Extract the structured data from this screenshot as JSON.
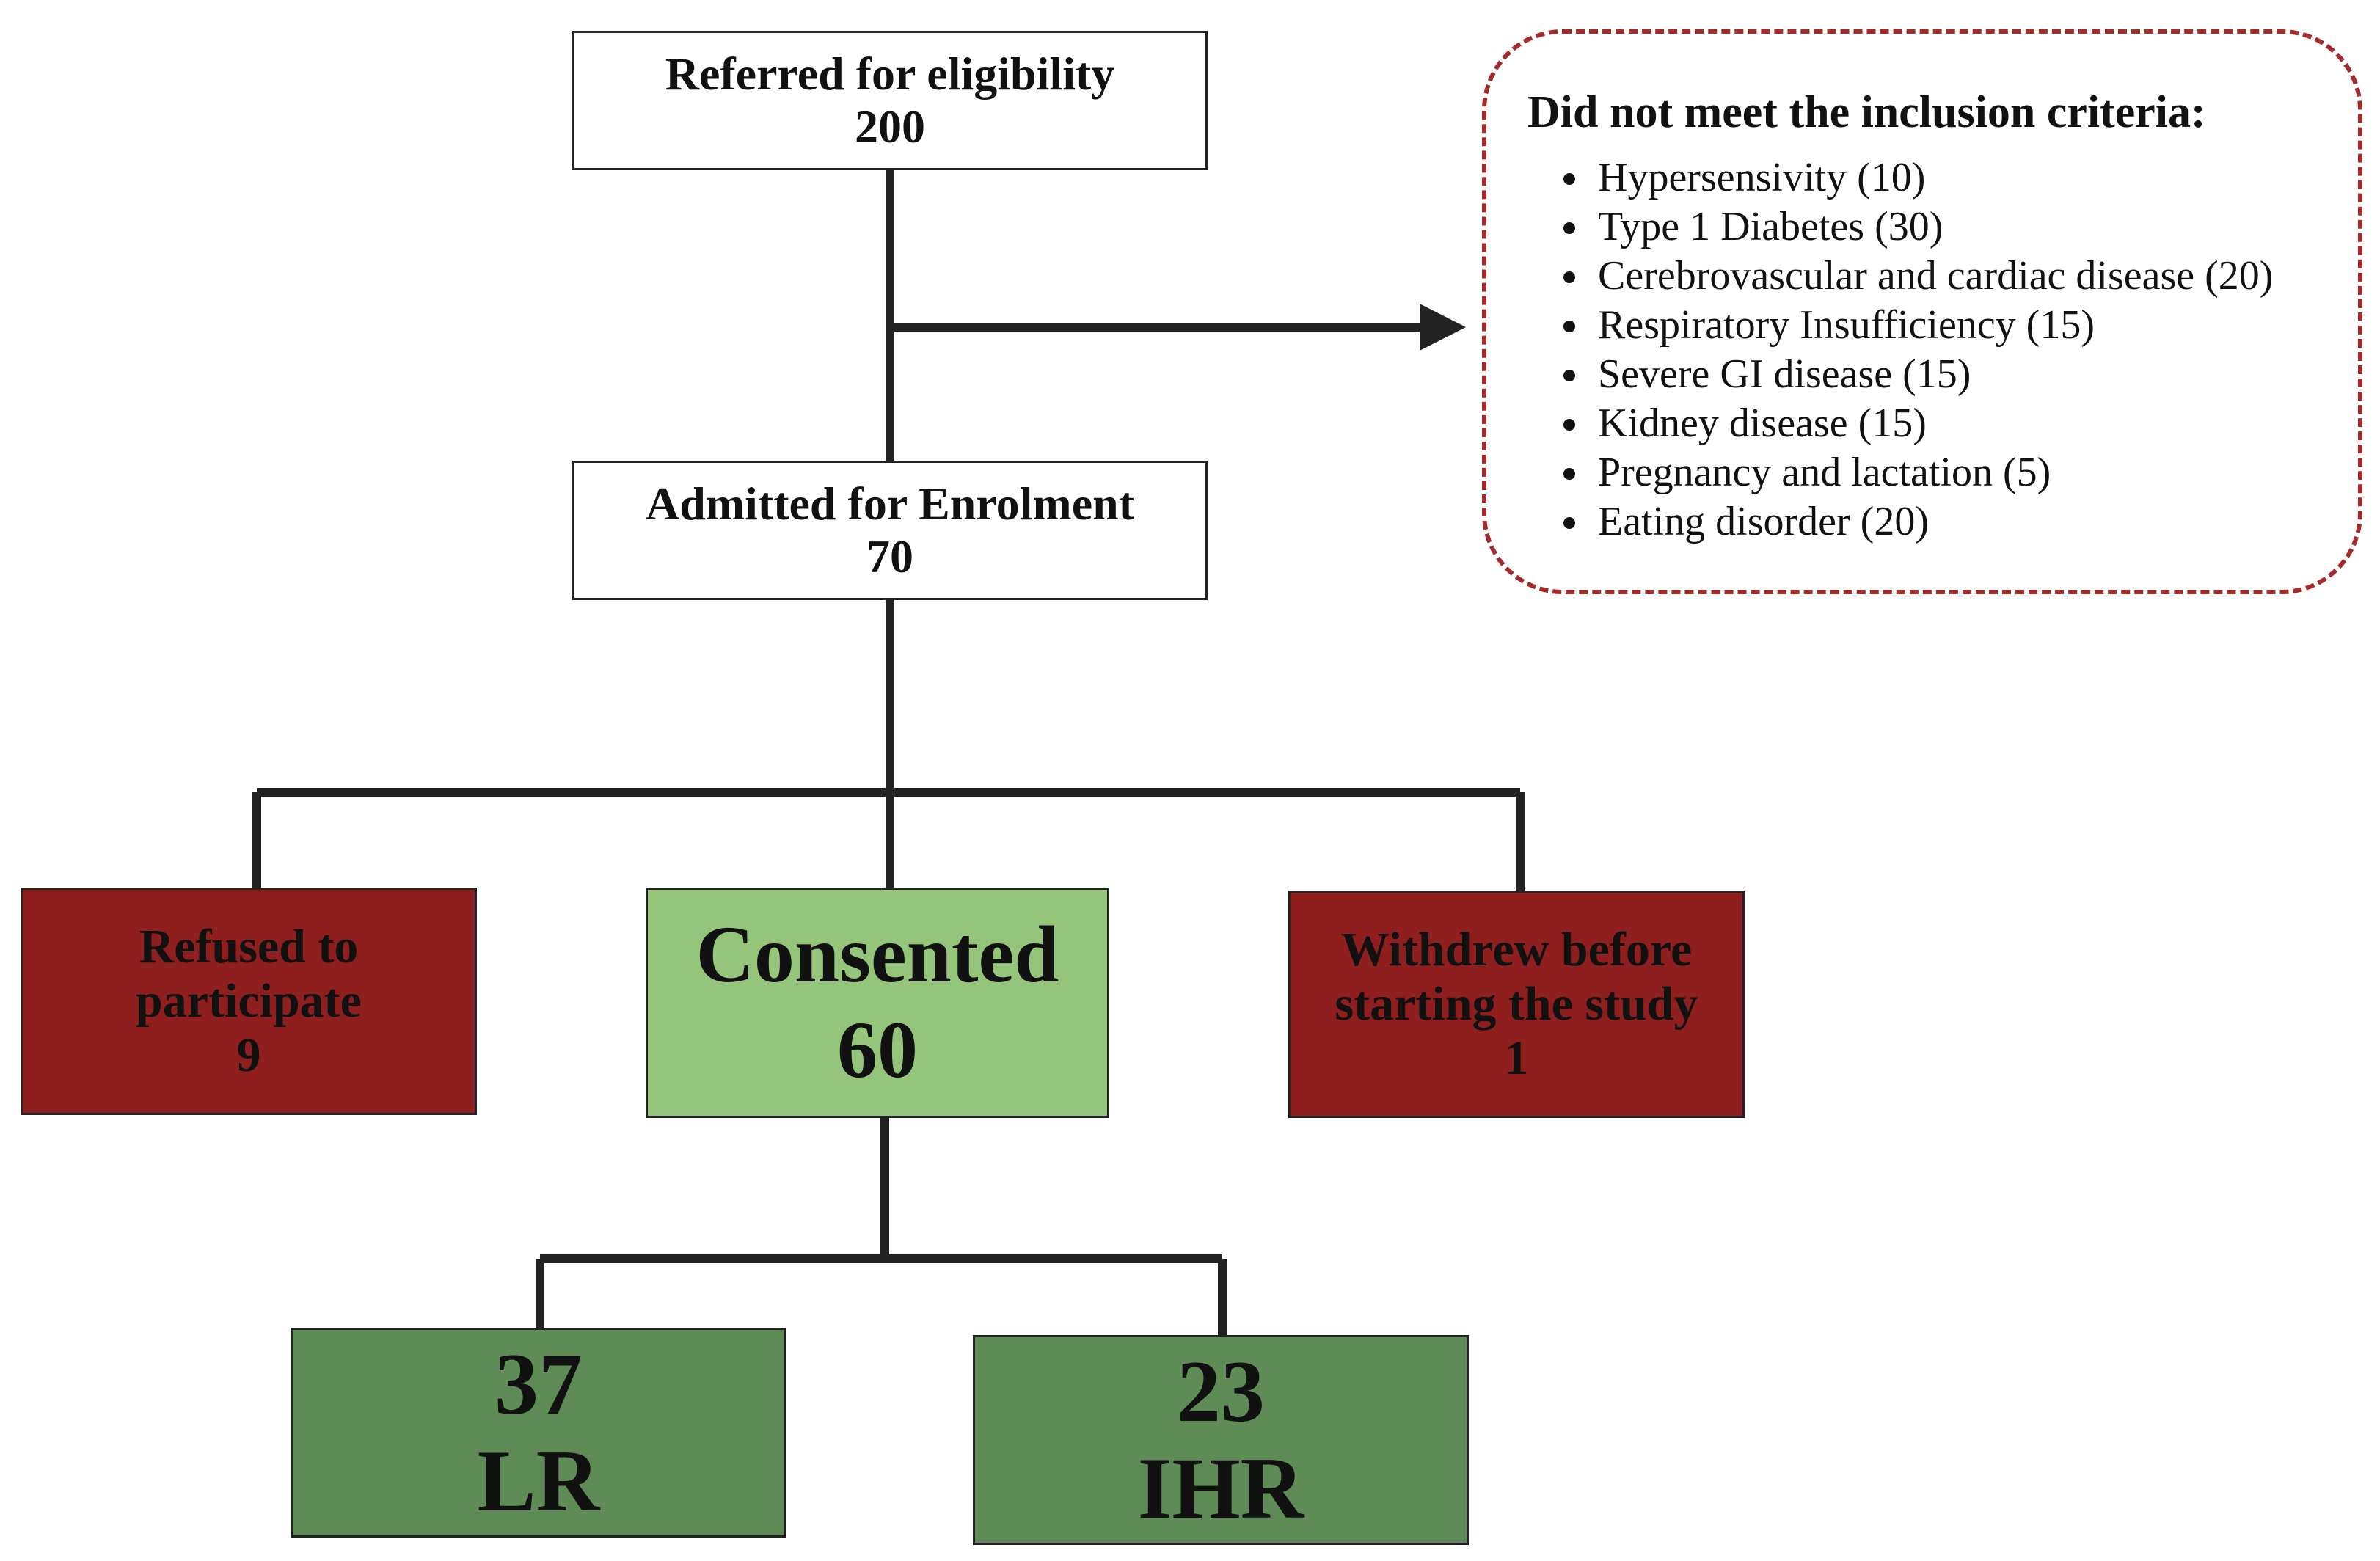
{
  "referred": {
    "label": "Referred for eligibility",
    "count": "200"
  },
  "excluded": {
    "title": "Did not meet the inclusion criteria:",
    "items": [
      "Hypersensivity (10)",
      "Type 1 Diabetes (30)",
      "Cerebrovascular and cardiac disease (20)",
      "Respiratory Insufficiency (15)",
      "Severe GI disease (15)",
      "Kidney disease (15)",
      "Pregnancy and lactation (5)",
      "Eating disorder (20)"
    ]
  },
  "admitted": {
    "label": "Admitted for Enrolment",
    "count": "70"
  },
  "refused": {
    "label_line1": "Refused to",
    "label_line2": "participate",
    "count": "9"
  },
  "consented": {
    "label": "Consented",
    "count": "60"
  },
  "withdrew": {
    "label_line1": "Withdrew before",
    "label_line2": "starting the study",
    "count": "1"
  },
  "groups": [
    {
      "count": "37",
      "label": "LR"
    },
    {
      "count": "23",
      "label": "IHR"
    }
  ],
  "colors": {
    "line": "#222222",
    "red_box": "#8f1f1f",
    "consented_box": "#95c47b",
    "group_box": "#5f8c56",
    "dashed_border": "#a32b2b"
  }
}
